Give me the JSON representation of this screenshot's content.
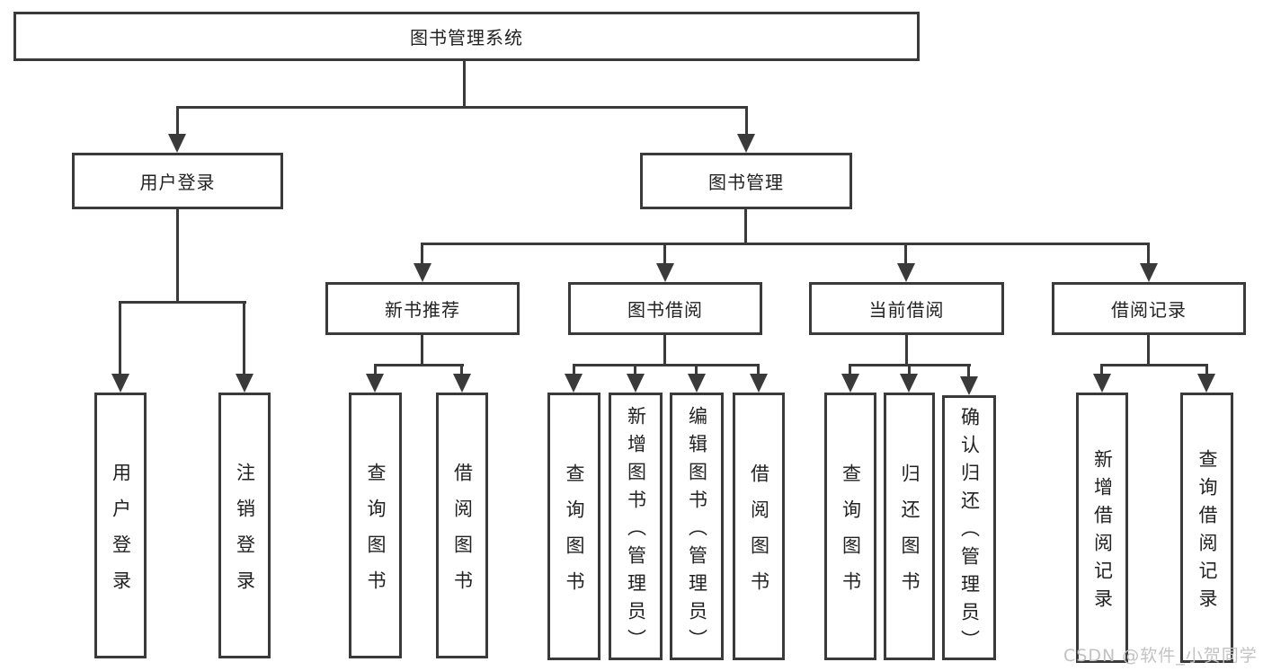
{
  "diagram": {
    "title": "图书管理系统",
    "tree": {
      "root": {
        "label": "图书管理系统",
        "children": [
          {
            "label": "用户登录",
            "children": [
              {
                "label": "用户登录"
              },
              {
                "label": "注销登录"
              }
            ]
          },
          {
            "label": "图书管理",
            "children": [
              {
                "label": "新书推荐",
                "children": [
                  {
                    "label": "查询图书"
                  },
                  {
                    "label": "借阅图书"
                  }
                ]
              },
              {
                "label": "图书借阅",
                "children": [
                  {
                    "label": "查询图书"
                  },
                  {
                    "label": "新增图书（管理员）"
                  },
                  {
                    "label": "编辑图书（管理员）"
                  },
                  {
                    "label": "借阅图书"
                  }
                ]
              },
              {
                "label": "当前借阅",
                "children": [
                  {
                    "label": "查询图书"
                  },
                  {
                    "label": "归还图书"
                  },
                  {
                    "label": "确认归还（管理员）"
                  }
                ]
              },
              {
                "label": "借阅记录",
                "children": [
                  {
                    "label": "新增借阅记录"
                  },
                  {
                    "label": "查询借阅记录"
                  }
                ]
              }
            ]
          }
        ]
      }
    },
    "watermark": {
      "text": "CSDN @软件_小贺同学"
    },
    "colors": {
      "line": "#3a3a3a",
      "border": "#3a3a3a",
      "text": "#222222",
      "watermark": "#c2c2c2",
      "background": "#ffffff"
    }
  }
}
